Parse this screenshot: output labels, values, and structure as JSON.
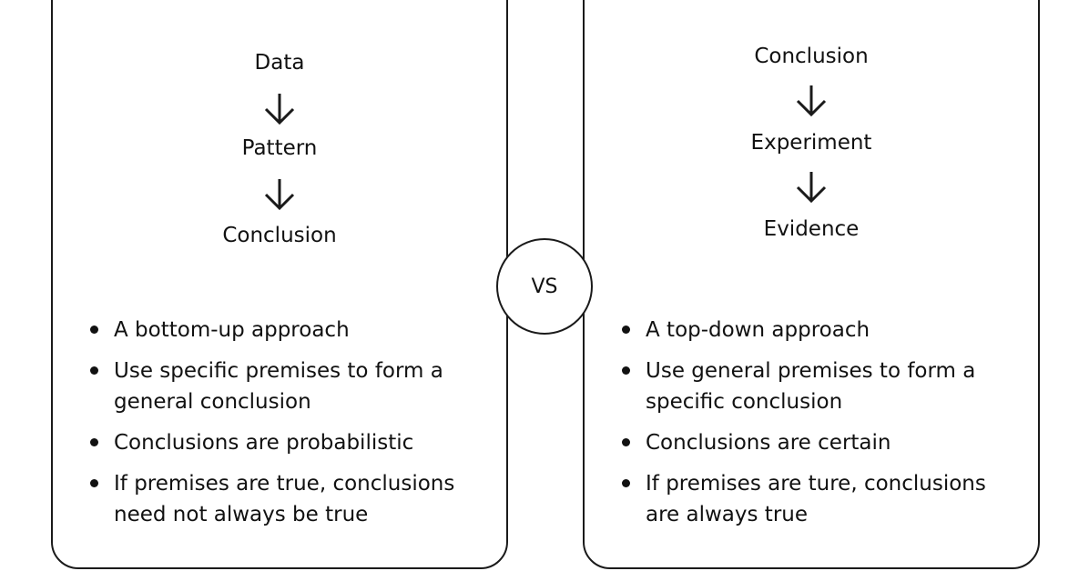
{
  "left": {
    "flow": [
      "Data",
      "Pattern",
      "Conclusion"
    ],
    "bullets": [
      "A bottom-up approach",
      "Use specific premises to form a general conclusion",
      "Conclusions are probabilistic",
      "If premises are true, conclusions need not always be true"
    ]
  },
  "vs_label": "VS",
  "right": {
    "flow": [
      "Conclusion",
      "Experiment",
      "Evidence"
    ],
    "bullets": [
      "A top-down approach",
      "Use general premises to form a specific conclusion",
      "Conclusions are certain",
      "If premises are ture, conclusions are always true"
    ]
  },
  "colors": {
    "stroke": "#1a1a1a",
    "text": "#111111",
    "background": "#ffffff"
  }
}
